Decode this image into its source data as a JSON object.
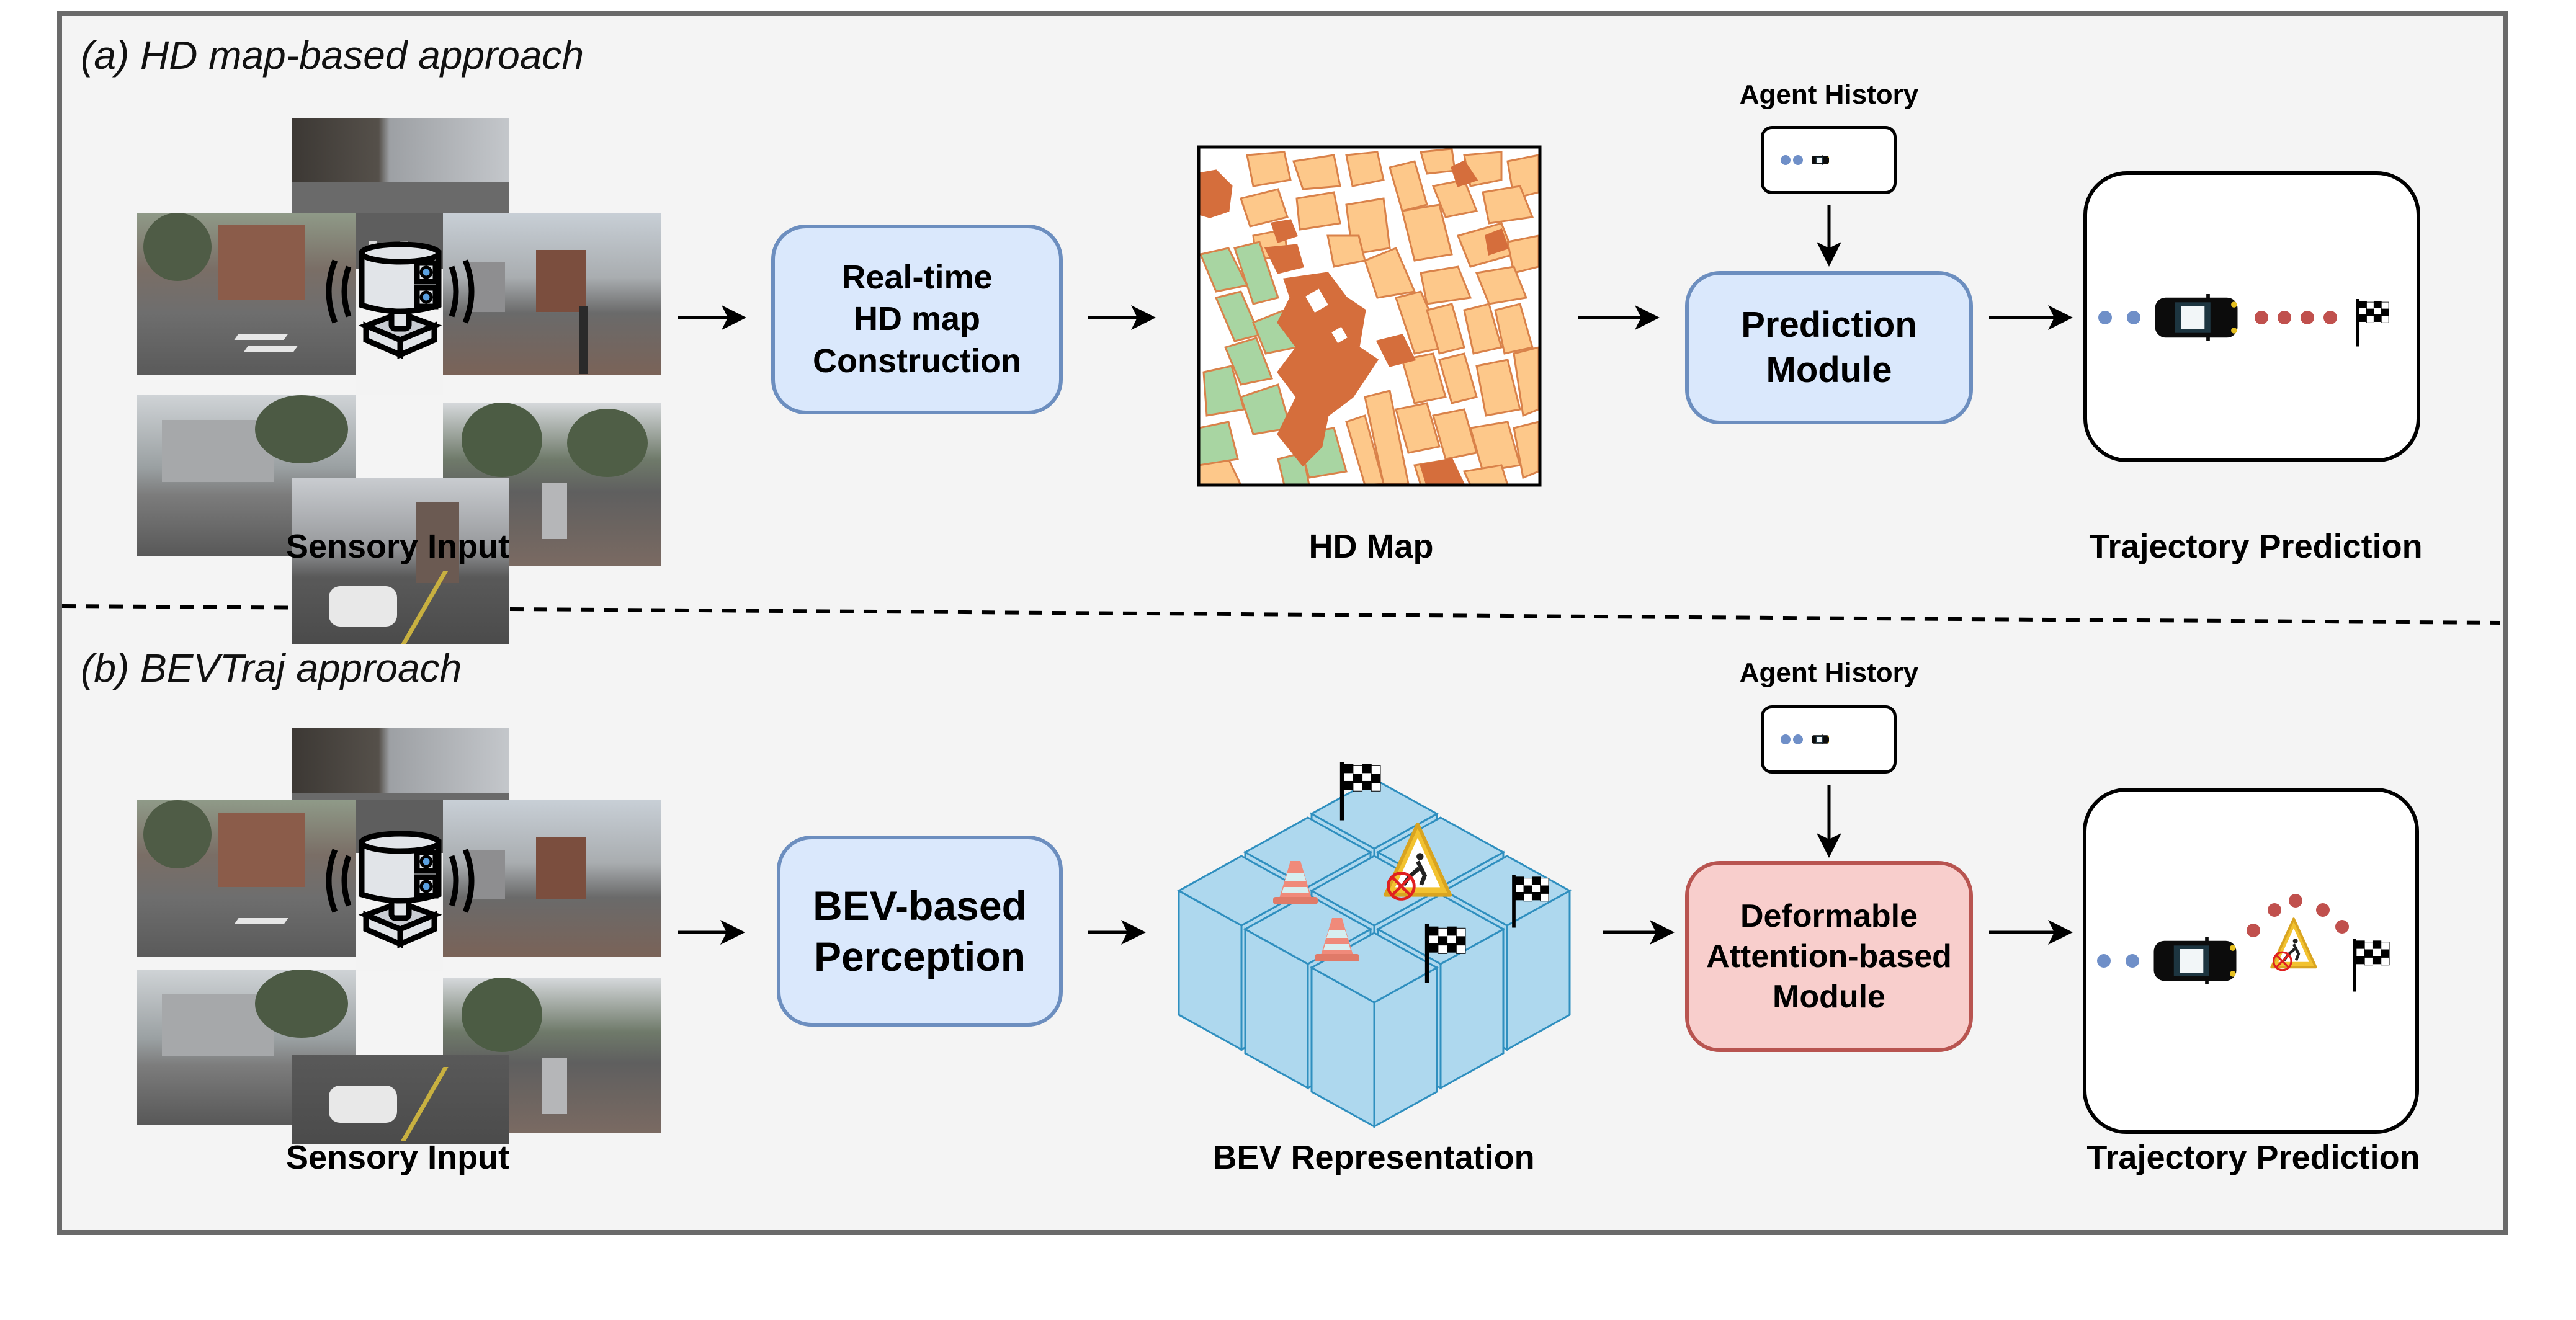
{
  "figure": {
    "panels": [
      {
        "id": "a",
        "title": "(a) HD map-based approach",
        "sensor_label": "Sensory Input",
        "stage1_box": "Real-time\nHD map\nConstruction",
        "intermediate_label": "HD Map",
        "agent_history_label": "Agent History",
        "module_box": "Prediction\nModule",
        "output_label": "Trajectory Prediction",
        "trajectory": {
          "history_points": 2,
          "future_points": 4,
          "future_shape": "straight",
          "obstacle": "none"
        }
      },
      {
        "id": "b",
        "title": "(b) BEVTraj approach",
        "sensor_label": "Sensory Input",
        "stage1_box": "BEV-based\nPerception",
        "intermediate_label": "BEV Representation",
        "agent_history_label": "Agent History",
        "module_box": "Deformable\nAttention-based\nModule",
        "output_label": "Trajectory Prediction",
        "trajectory": {
          "history_points": 2,
          "future_points": 5,
          "future_shape": "arc-around-obstacle",
          "obstacle": "road-work-sign"
        }
      }
    ],
    "icons": {
      "sensor": "lidar-camera-sensor-icon",
      "agent": "car-top-view-icon",
      "goal": "checkered-flag-icon",
      "cone": "traffic-cone-icon",
      "sign": "road-work-warning-sign-icon",
      "no_entry": "prohibited-circle-icon"
    },
    "colors": {
      "frame_border": "#6a6a6a",
      "panel_bg": "#f4f4f4",
      "blue_box_fill": "#dae8fc",
      "blue_box_border": "#6c8ebf",
      "red_box_fill": "#f8cecc",
      "red_box_border": "#b85450",
      "history_dot": "#6f8fc8",
      "future_dot": "#c0504d",
      "bev_cube": "#aed8ee",
      "bev_cube_edge": "#2f8fbf",
      "map_building": "#fdc88a",
      "map_building_edge": "#d9824a",
      "map_landmark": "#d56e3c",
      "map_park": "#a8d5a2"
    }
  }
}
